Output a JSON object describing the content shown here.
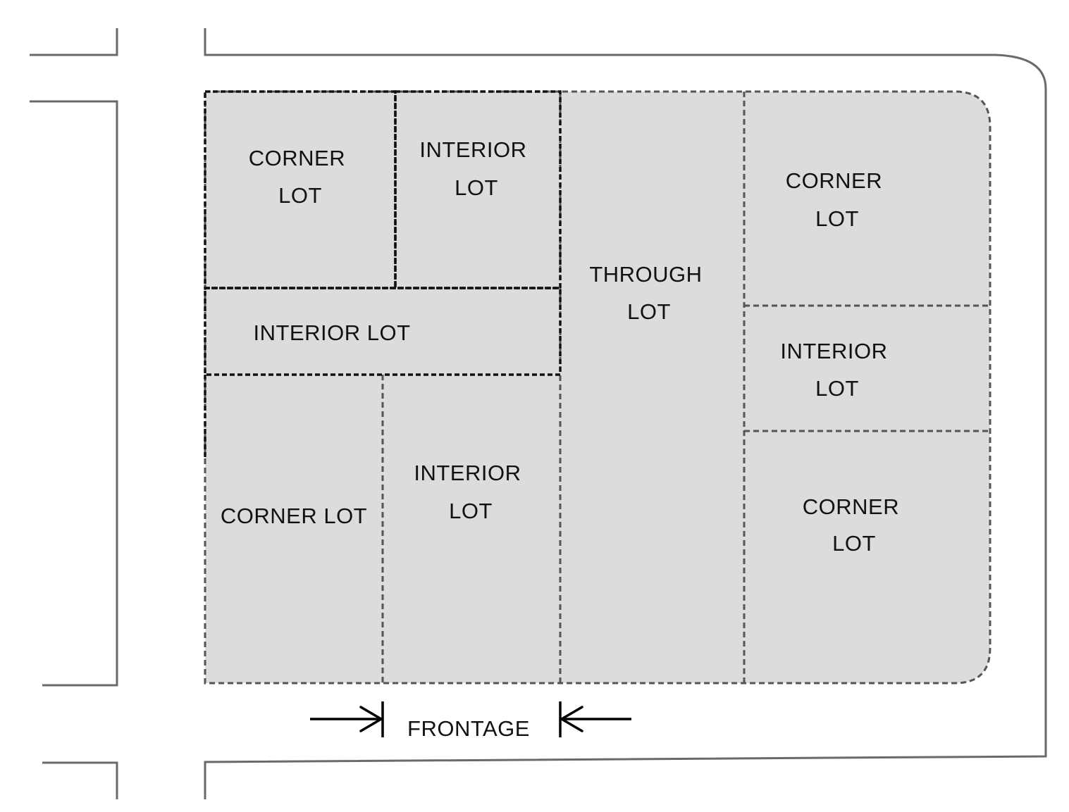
{
  "lots": {
    "corner_top_left": [
      "CORNER",
      "LOT"
    ],
    "interior_top": [
      "INTERIOR",
      "LOT"
    ],
    "interior_middle": [
      "INTERIOR LOT"
    ],
    "corner_bottom_left": [
      "CORNER LOT"
    ],
    "interior_bottom": [
      "INTERIOR",
      "LOT"
    ],
    "through": [
      "THROUGH",
      "LOT"
    ],
    "corner_top_right": [
      "CORNER",
      "LOT"
    ],
    "interior_right": [
      "INTERIOR",
      "LOT"
    ],
    "corner_bottom_right": [
      "CORNER",
      "LOT"
    ]
  },
  "frontage_label": "FRONTAGE"
}
